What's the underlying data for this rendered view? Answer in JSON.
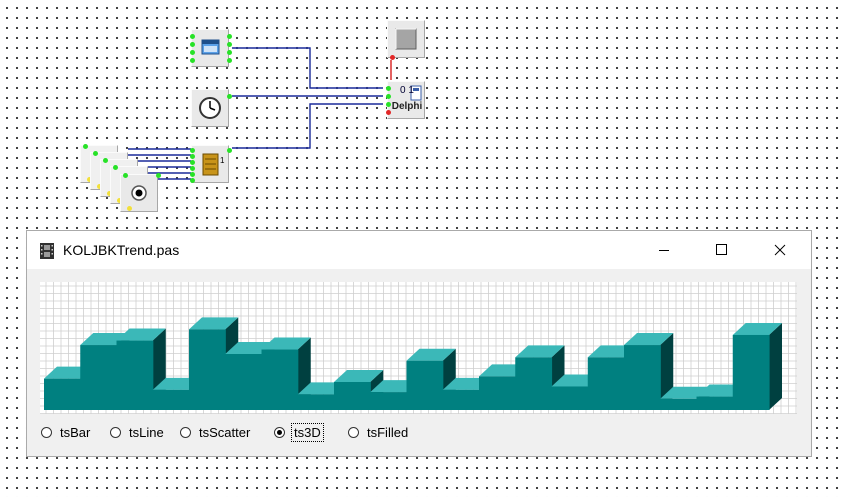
{
  "designer": {
    "components": [
      {
        "icon": "form-icon"
      },
      {
        "icon": "clock-icon"
      },
      {
        "icon": "book-icon"
      },
      {
        "icon": "radio-button-icon"
      },
      {
        "icon": "panel-icon"
      },
      {
        "icon": "delphi-icon",
        "digits": "0 1",
        "label": "Delphi"
      }
    ]
  },
  "window": {
    "title": "KOLJBKTrend.pas",
    "controls": [
      "minimize",
      "maximize",
      "close"
    ]
  },
  "chart_data": {
    "type": "bar",
    "style": "3D",
    "grid": true,
    "bar_color": "#008080",
    "top_color": "#3bb8b8",
    "side_color": "#004040",
    "values": [
      28,
      58,
      62,
      18,
      72,
      50,
      54,
      14,
      25,
      16,
      44,
      18,
      30,
      47,
      21,
      47,
      58,
      10,
      12,
      67
    ],
    "ylim": [
      0,
      100
    ]
  },
  "radio_group": {
    "options": [
      {
        "label": "tsBar",
        "checked": false
      },
      {
        "label": "tsLine",
        "checked": false
      },
      {
        "label": "tsScatter",
        "checked": false
      },
      {
        "label": "ts3D",
        "checked": true
      },
      {
        "label": "tsFilled",
        "checked": false
      }
    ]
  }
}
